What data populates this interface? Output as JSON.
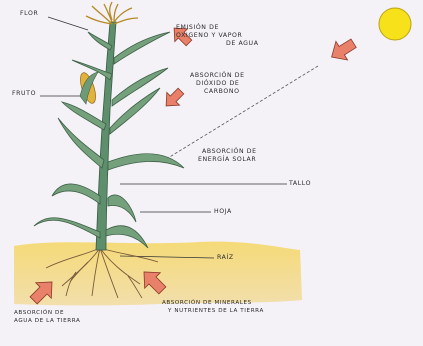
{
  "labels": {
    "flor": "FLOR",
    "fruto": "FRUTO",
    "emision": [
      "EMISIÓN DE",
      "OXIGENO Y VAPOR",
      "DE AGUA"
    ],
    "absorcion_co2": [
      "ABSORCIÓN DE",
      "DIÓXIDO DE",
      "CARBONO"
    ],
    "absorcion_solar": [
      "ABSORCIÓN DE",
      "ENERGÍA SOLAR"
    ],
    "tallo": "TALLO",
    "hoja": "HOJA",
    "raiz": "RAÍZ",
    "absorcion_agua": [
      "ABSORCIÓN DE",
      "AGUA DE LA TIERRA"
    ],
    "absorcion_minerales": [
      "ABSORCIÓN DE MINERALES",
      "Y NUTRIENTES DE LA TIERRA"
    ]
  },
  "colors": {
    "background": "#f4f1f7",
    "sun": "#f6e11a",
    "arrow_fill": "#e8806a",
    "leaf": "#6f9a78",
    "soil": "#f0cf5e",
    "roots": "#7a5a3a",
    "flower": "#e3b23a"
  },
  "icons": [
    "sun-icon",
    "arrow-icon",
    "corn-plant-icon"
  ]
}
